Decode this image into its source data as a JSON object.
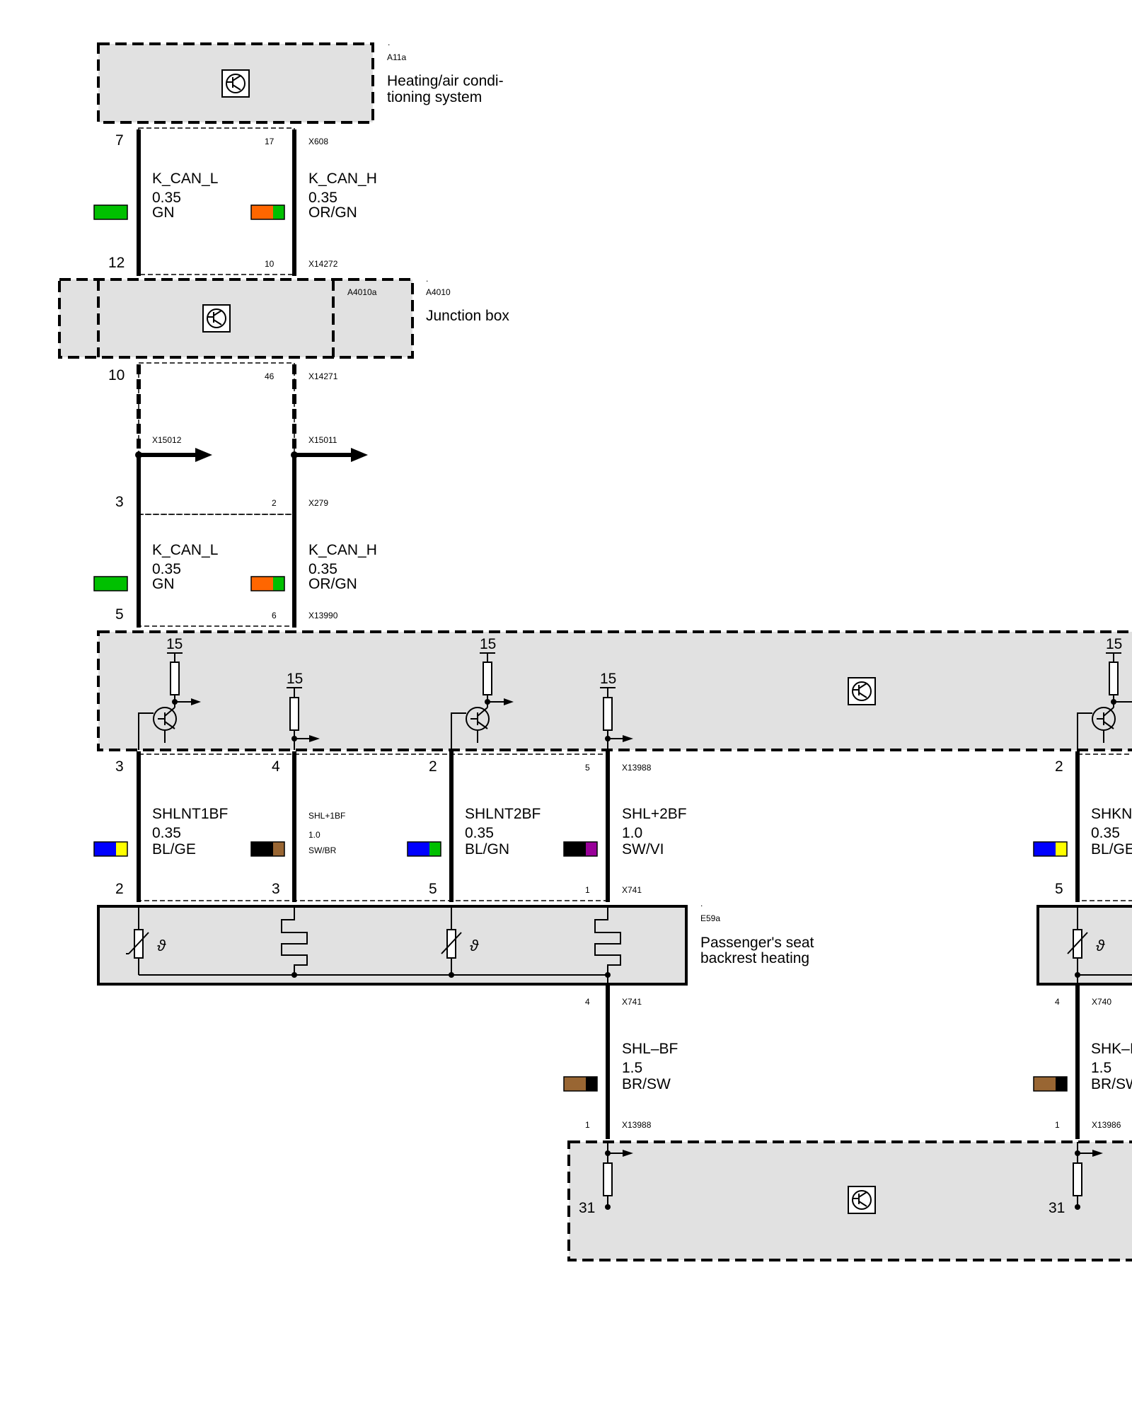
{
  "components": {
    "a11a": {
      "dot": ".",
      "id": "A11a",
      "name_line1": "Heating/air condi-",
      "name_line2": "tioning system"
    },
    "a4010": {
      "dot": ".",
      "id": "A4010",
      "inner_id": "A4010a",
      "name": "Junction box"
    },
    "e59a": {
      "dot": ".",
      "id": "E59a",
      "name_line1": "Passenger's seat",
      "name_line2": "backrest heating"
    }
  },
  "connectors": {
    "x608": "X608",
    "x14272": "X14272",
    "x14271": "X14271",
    "x15012": "X15012",
    "x15011": "X15011",
    "x279": "X279",
    "x13990": "X13990",
    "x13988_top": "X13988",
    "x741_top": "X741",
    "x741_bottom": "X741",
    "x13988_bottom": "X13988",
    "x740": "X740",
    "x13986": "X13986"
  },
  "pins": {
    "a11a_left": "7",
    "a11a_right": "17",
    "jb_top_left": "12",
    "jb_top_right": "10",
    "jb_bottom_left": "10",
    "jb_bottom_right": "46",
    "x279_left": "3",
    "x279_right": "2",
    "x13990_left": "5",
    "x13990_right": "6",
    "module_out_1": "3",
    "module_out_2": "4",
    "module_out_3": "2",
    "module_out_4": "5",
    "seat_in_1": "2",
    "seat_in_2": "3",
    "seat_in_3": "5",
    "seat_in_4": "1",
    "seat_out": "4",
    "ground_in": "1",
    "right_module_out": "2",
    "right_seat_in": "5",
    "right_seat_out": "4",
    "right_ground_in": "1"
  },
  "terminals": {
    "kl15": "15",
    "kl31": "31"
  },
  "wires": {
    "kcanl_1": {
      "signal": "K_CAN_L",
      "size": "0.35",
      "color": "GN",
      "swatch": [
        "#00c000"
      ]
    },
    "kcanh_1": {
      "signal": "K_CAN_H",
      "size": "0.35",
      "color": "OR/GN",
      "swatch": [
        "#ff6600",
        "#00c000"
      ]
    },
    "kcanl_2": {
      "signal": "K_CAN_L",
      "size": "0.35",
      "color": "GN",
      "swatch": [
        "#00c000"
      ]
    },
    "kcanh_2": {
      "signal": "K_CAN_H",
      "size": "0.35",
      "color": "OR/GN",
      "swatch": [
        "#ff6600",
        "#00c000"
      ]
    },
    "shlnt1bf": {
      "signal": "SHLNT1BF",
      "size": "0.35",
      "color": "BL/GE",
      "swatch": [
        "#0000ff",
        "#ffff00"
      ]
    },
    "shl1bf": {
      "signal": "SHL+1BF",
      "size": "1.0",
      "color": "SW/BR",
      "swatch": [
        "#000000",
        "#996633"
      ]
    },
    "shlnt2bf": {
      "signal": "SHLNT2BF",
      "size": "0.35",
      "color": "BL/GN",
      "swatch": [
        "#0000ff",
        "#00c000"
      ]
    },
    "shl2bf": {
      "signal": "SHL+2BF",
      "size": "1.0",
      "color": "SW/VI",
      "swatch": [
        "#000000",
        "#990099"
      ]
    },
    "shlbf": {
      "signal": "SHL–BF",
      "size": "1.5",
      "color": "BR/SW",
      "swatch": [
        "#996633",
        "#000000"
      ]
    },
    "shkn_partial": {
      "signal": "SHKN",
      "size": "0.35",
      "color": "BL/GE",
      "swatch": [
        "#0000ff",
        "#ffff00"
      ]
    },
    "shk_partial": {
      "signal": "SHK–I",
      "size": "1.5",
      "color": "BR/SW",
      "swatch": [
        "#996633",
        "#000000"
      ]
    }
  },
  "icons": {
    "ecu": "transistor-ecu-icon",
    "thermistor": "ntc-thermistor-icon",
    "heater": "heating-element-icon"
  }
}
